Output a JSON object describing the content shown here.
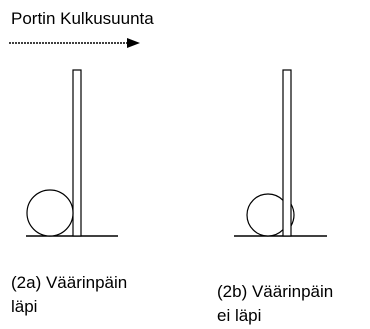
{
  "direction": {
    "label": "Portin Kulkusuunta"
  },
  "panels": [
    {
      "caption_line1": "(2a) Väärinpäin",
      "caption_line2": "läpi"
    },
    {
      "caption_line1": "(2b) Väärinpäin",
      "caption_line2": "ei läpi"
    }
  ],
  "colors": {
    "stroke": "#000000",
    "background": "#ffffff"
  },
  "icons": {
    "arrow": "right-arrow-icon"
  }
}
